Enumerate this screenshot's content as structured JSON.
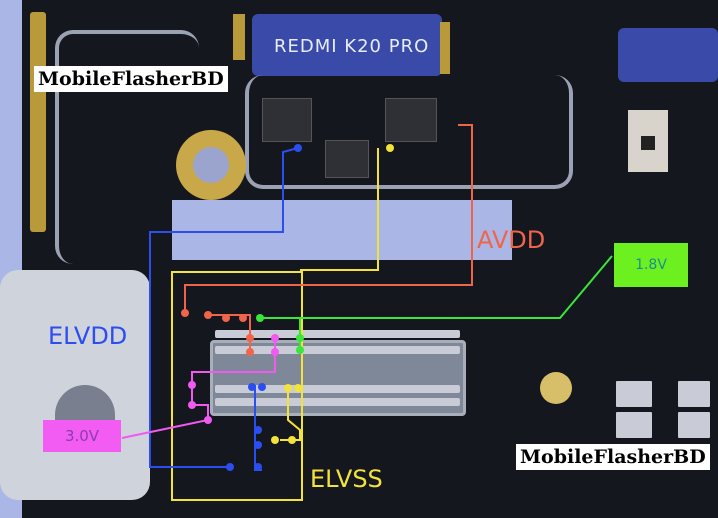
{
  "watermarks": [
    "MobileFlasherBD",
    "MobileFlasherBD"
  ],
  "board_label": "REDMI K20 PRO",
  "rails": {
    "avdd": {
      "label": "AVDD",
      "color": "#f0654a"
    },
    "elvdd": {
      "label": "ELVDD",
      "color": "#2b4ef0"
    },
    "elvss": {
      "label": "ELVSS",
      "color": "#f2e23a"
    },
    "v18": {
      "label": "1.8V",
      "color": "#39e639",
      "text_color": "#1a8f8f",
      "bg": "#6cf020"
    },
    "v30": {
      "label": "3.0V",
      "color": "#f05af0",
      "text_color": "#8a3cb0",
      "bg": "#f25cf2"
    }
  }
}
